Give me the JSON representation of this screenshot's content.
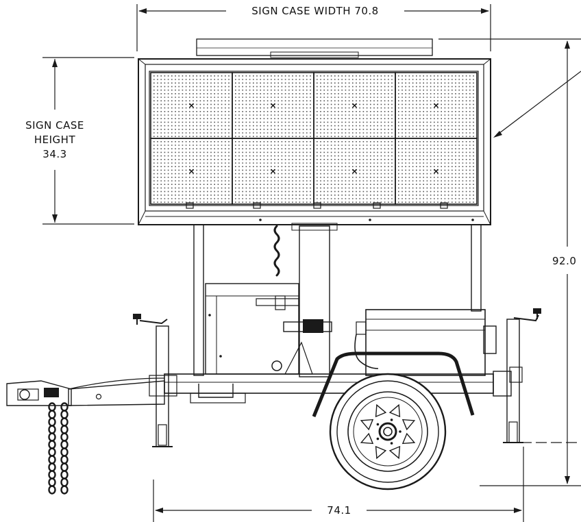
{
  "dimensions": {
    "width": {
      "label": "SIGN CASE WIDTH 70.8"
    },
    "height": {
      "line1": "SIGN CASE",
      "line2": "HEIGHT",
      "line3": "34.3"
    },
    "overall_height": {
      "label": "92.0"
    },
    "base_length": {
      "label": "74.1"
    }
  },
  "sign_panel": {
    "modules_across": 4,
    "modules_down": 2
  },
  "colors": {
    "line": "#1a1a1a",
    "dot_matrix": "#555555",
    "background": "#ffffff"
  }
}
